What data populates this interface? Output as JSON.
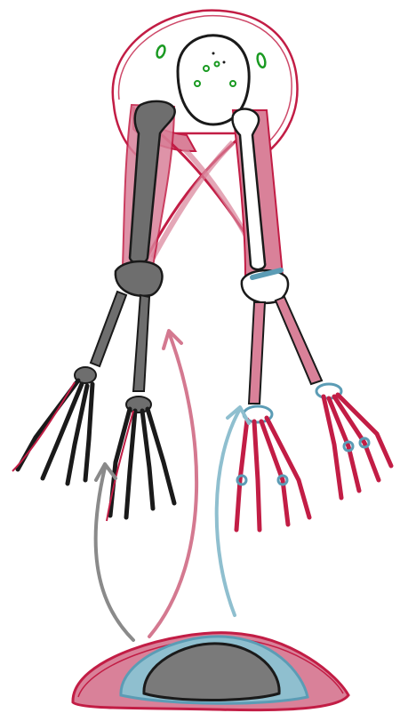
{
  "colors": {
    "background": "#ffffff",
    "outline": "#1a1a1a",
    "skin": "#c21d45",
    "skin_fill": "#d98199",
    "bone_dark": "#6e6e6e",
    "bone_light": "#ffffff",
    "eye_spots": "#1a9a22",
    "joint_blue": "#5b9cb5",
    "arrow_gray": "#8a8a8a",
    "arrow_pink": "#d47990",
    "arrow_blue": "#8fbfcf",
    "base_outer": "#c21d45",
    "base_mid": "#5b9cb5",
    "base_core": "#7a7a7a"
  },
  "illustration": {
    "subject": "creature-anatomy-sketch",
    "parts": [
      "head-dome",
      "left-skeletal-arm",
      "right-muscled-arm",
      "base-pod",
      "growth-arrows"
    ]
  }
}
